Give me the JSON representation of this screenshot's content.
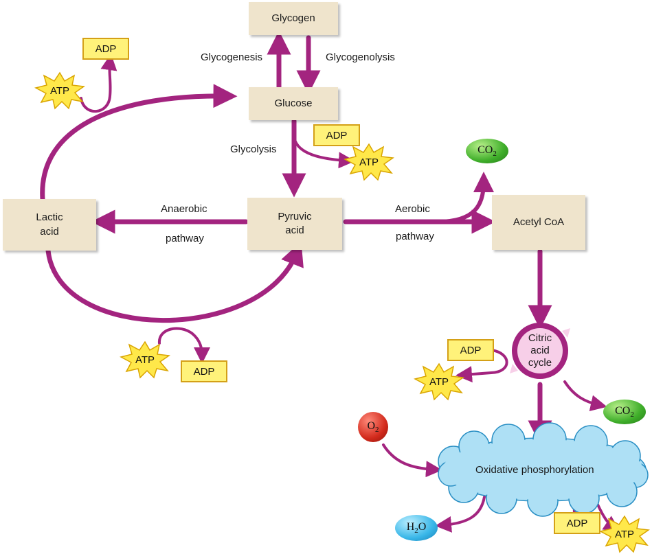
{
  "boxes": {
    "glycogen": "Glycogen",
    "glucose": "Glucose",
    "lactic_acid": [
      "Lactic",
      "acid"
    ],
    "pyruvic_acid": [
      "Pyruvic",
      "acid"
    ],
    "acetyl_coa": "Acetyl CoA"
  },
  "labels": {
    "glycogenesis": "Glycogenesis",
    "glycogenolysis": "Glycogenolysis",
    "glycolysis": "Glycolysis",
    "anaerobic": "Anaerobic",
    "anaerobic_pathway": "pathway",
    "aerobic": "Aerobic",
    "aerobic_pathway": "pathway"
  },
  "citric_acid_cycle": [
    "Citric",
    "acid",
    "cycle"
  ],
  "oxidative_phosphorylation": "Oxidative phosphorylation",
  "energy": {
    "adp": "ADP",
    "atp": "ATP"
  },
  "molecules": {
    "co2": {
      "main": "CO",
      "sub": "2"
    },
    "o2": {
      "main": "O",
      "sub": "2"
    },
    "h2o": {
      "pre": "H",
      "sub": "2",
      "post": "O"
    }
  },
  "colors": {
    "arrow": "#a3247f",
    "box": "#efe4cc",
    "adp_fill": "#fff27a",
    "atp_fill": "#ffe84a",
    "cloud": "#aee0f5",
    "cycle_pink": "#f7cfe8"
  }
}
